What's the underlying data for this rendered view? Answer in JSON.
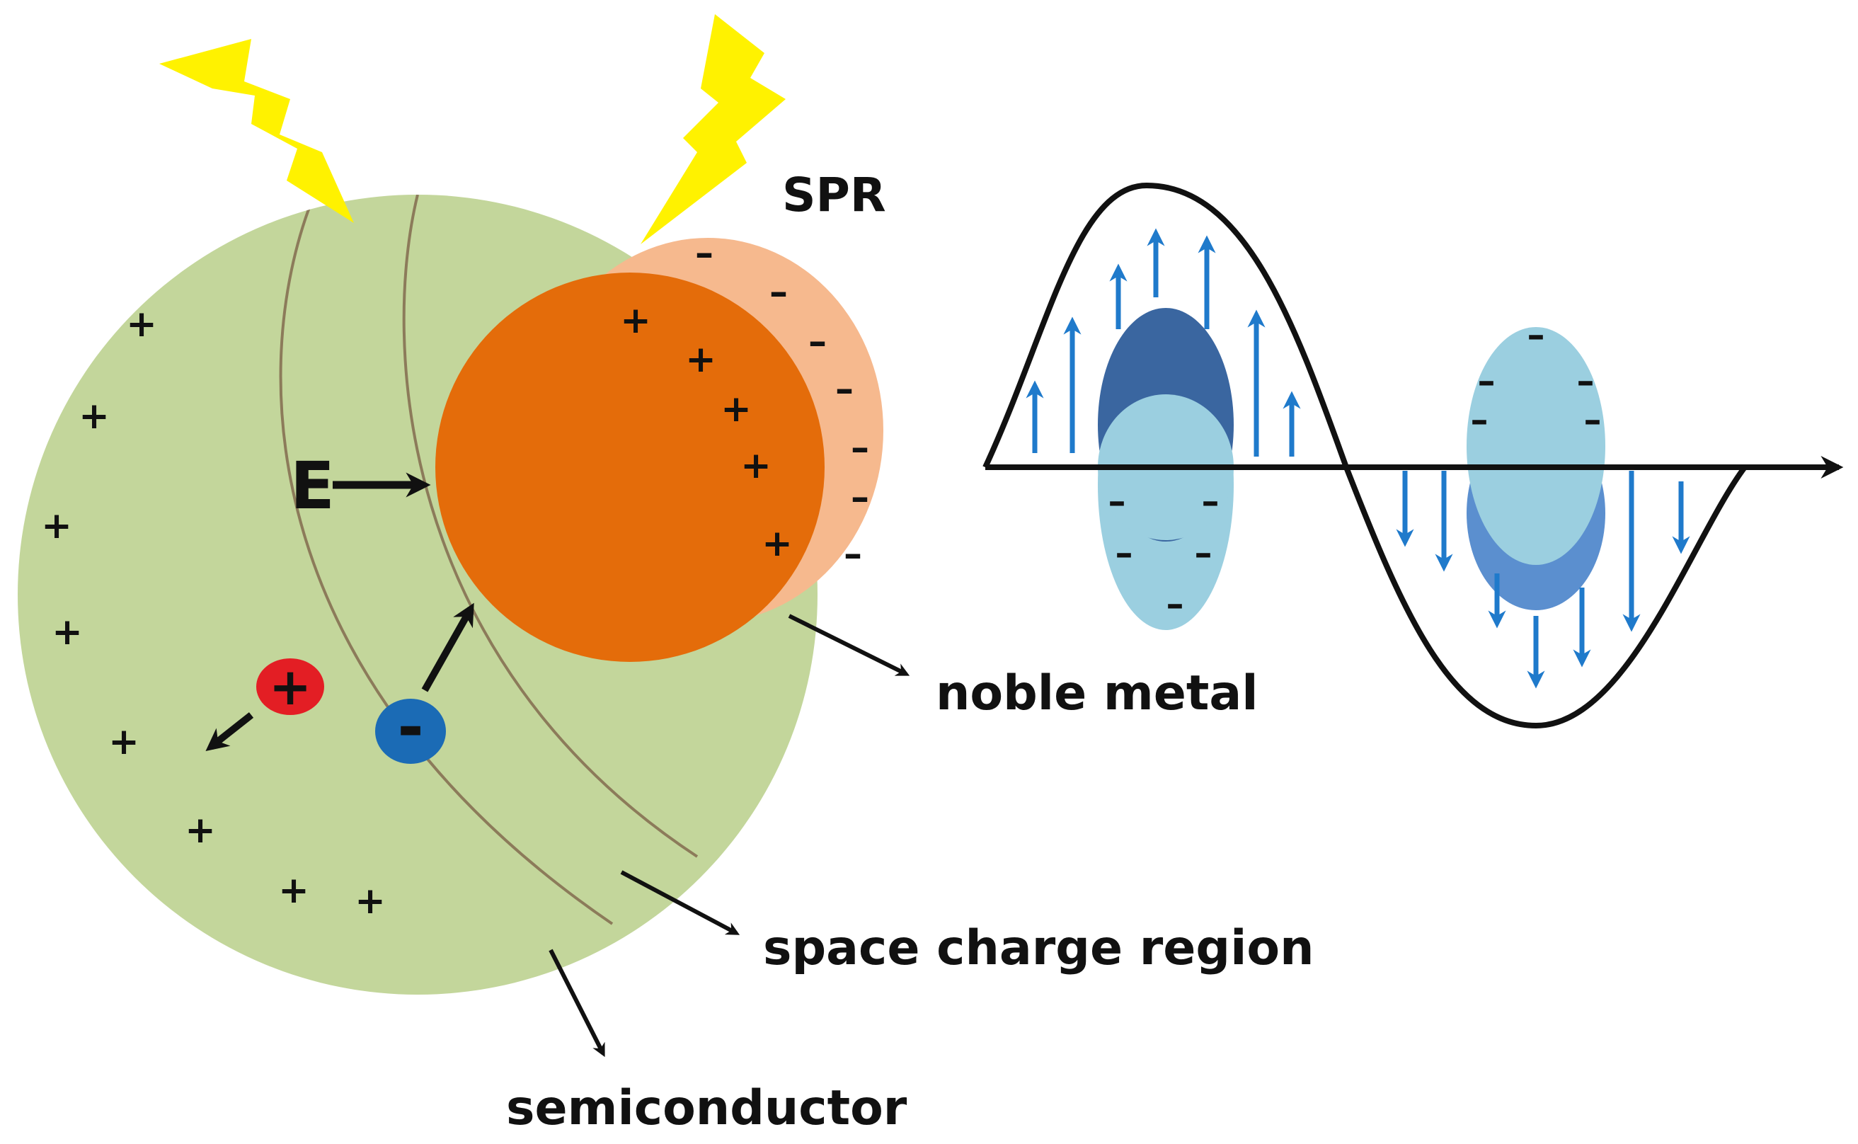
{
  "labels": {
    "spr": "SPR",
    "e_field": "E",
    "noble_metal": "noble metal",
    "space_charge_region": "space charge region",
    "semiconductor": "semiconductor"
  },
  "carriers": {
    "hole": "+",
    "electron": "-"
  },
  "charge_signs": {
    "plus": "+",
    "minus": "–"
  },
  "colors": {
    "semiconductor": "#c3d69b",
    "noble_metal": "#e46c0a",
    "spr_shell": "#f6b98e",
    "light": "#fff200",
    "hole": "#e31e24",
    "electron": "#1b6bb5",
    "field_arrow": "#1f7acb",
    "dark_oval": "#3a66a0",
    "mid_oval": "#5b8fcf",
    "light_oval": "#9bcfe0",
    "line": "#111111",
    "band_line": "#8c7b5a"
  },
  "icons": {
    "light": "lightning-bolt-icon",
    "arrow": "arrow-icon"
  }
}
